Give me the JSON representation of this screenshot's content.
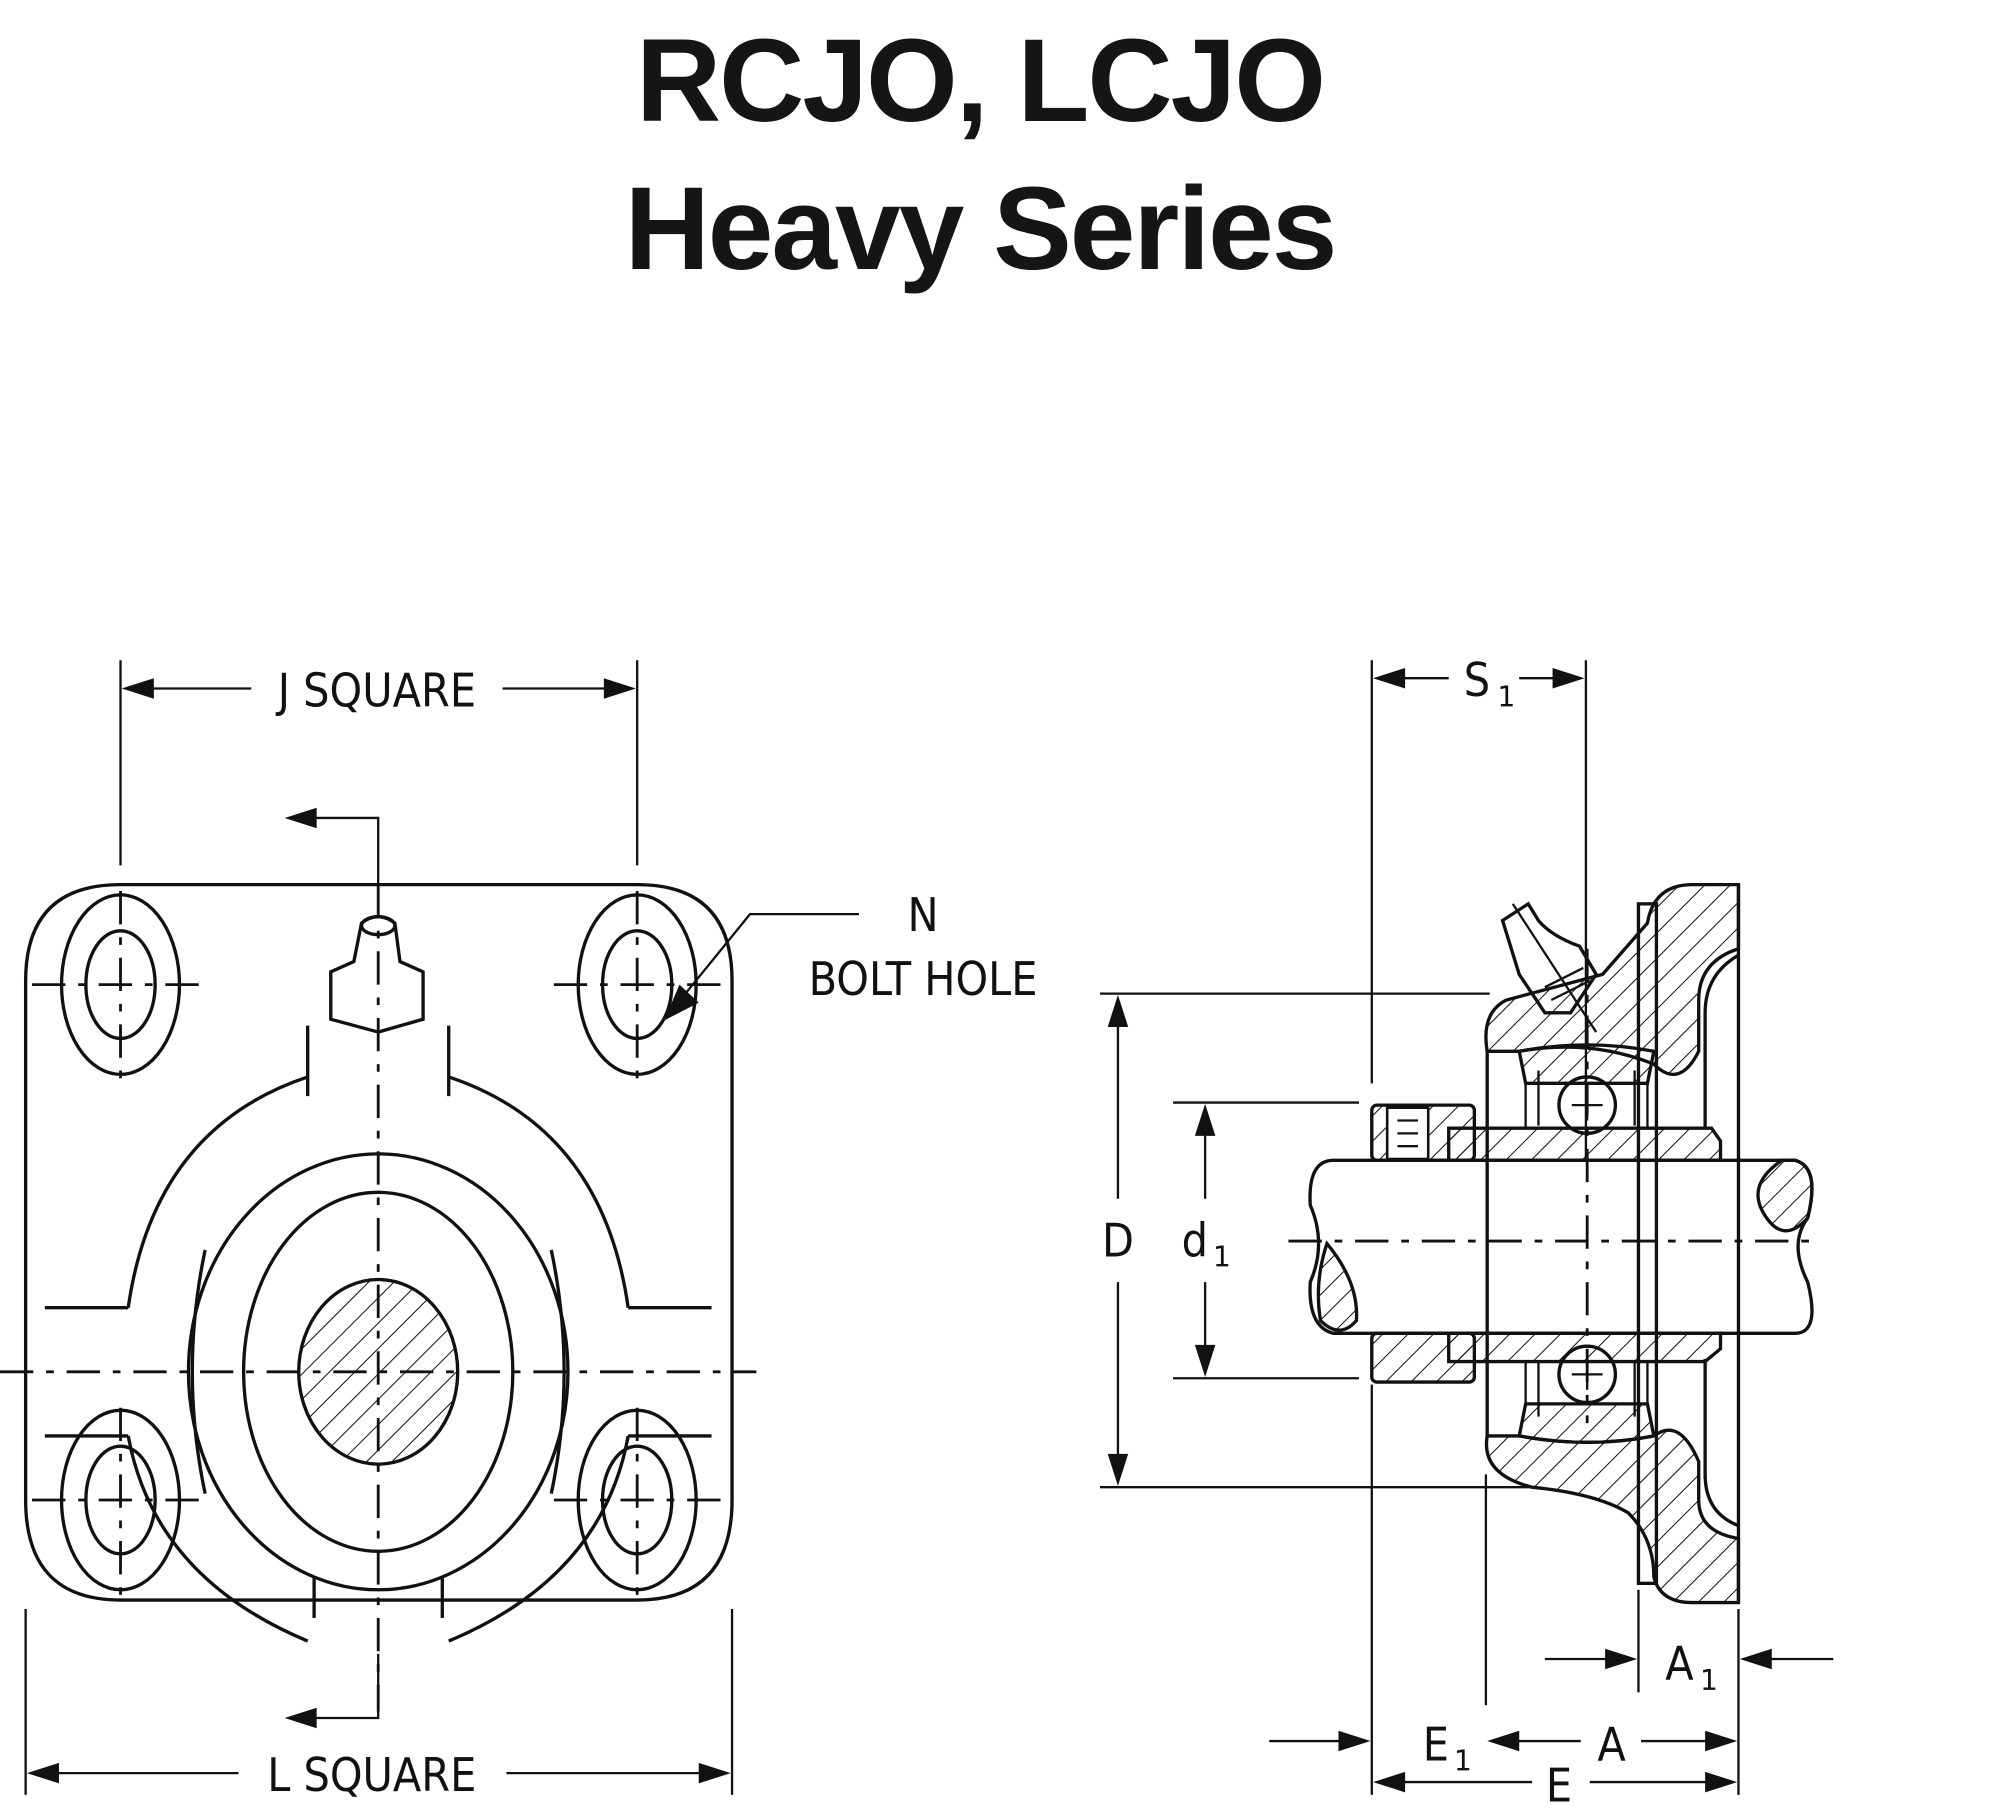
{
  "title": {
    "line1": "RCJO, LCJO",
    "line2": "Heavy Series"
  },
  "front_view": {
    "labels": {
      "j_square": "J SQUARE",
      "l_square": "L SQUARE",
      "bolt_hole_letter": "N",
      "bolt_hole_text": "BOLT HOLE"
    }
  },
  "side_view": {
    "labels": {
      "s1_main": "S",
      "s1_sub": "1",
      "d_main": "D",
      "d1_main": "d",
      "d1_sub": "1",
      "a1_main": "A",
      "a1_sub": "1",
      "e1_main": "E",
      "e1_sub": "1",
      "a_main": "A",
      "e_main": "E"
    }
  },
  "colors": {
    "ink": "#111111",
    "background": "#ffffff"
  }
}
